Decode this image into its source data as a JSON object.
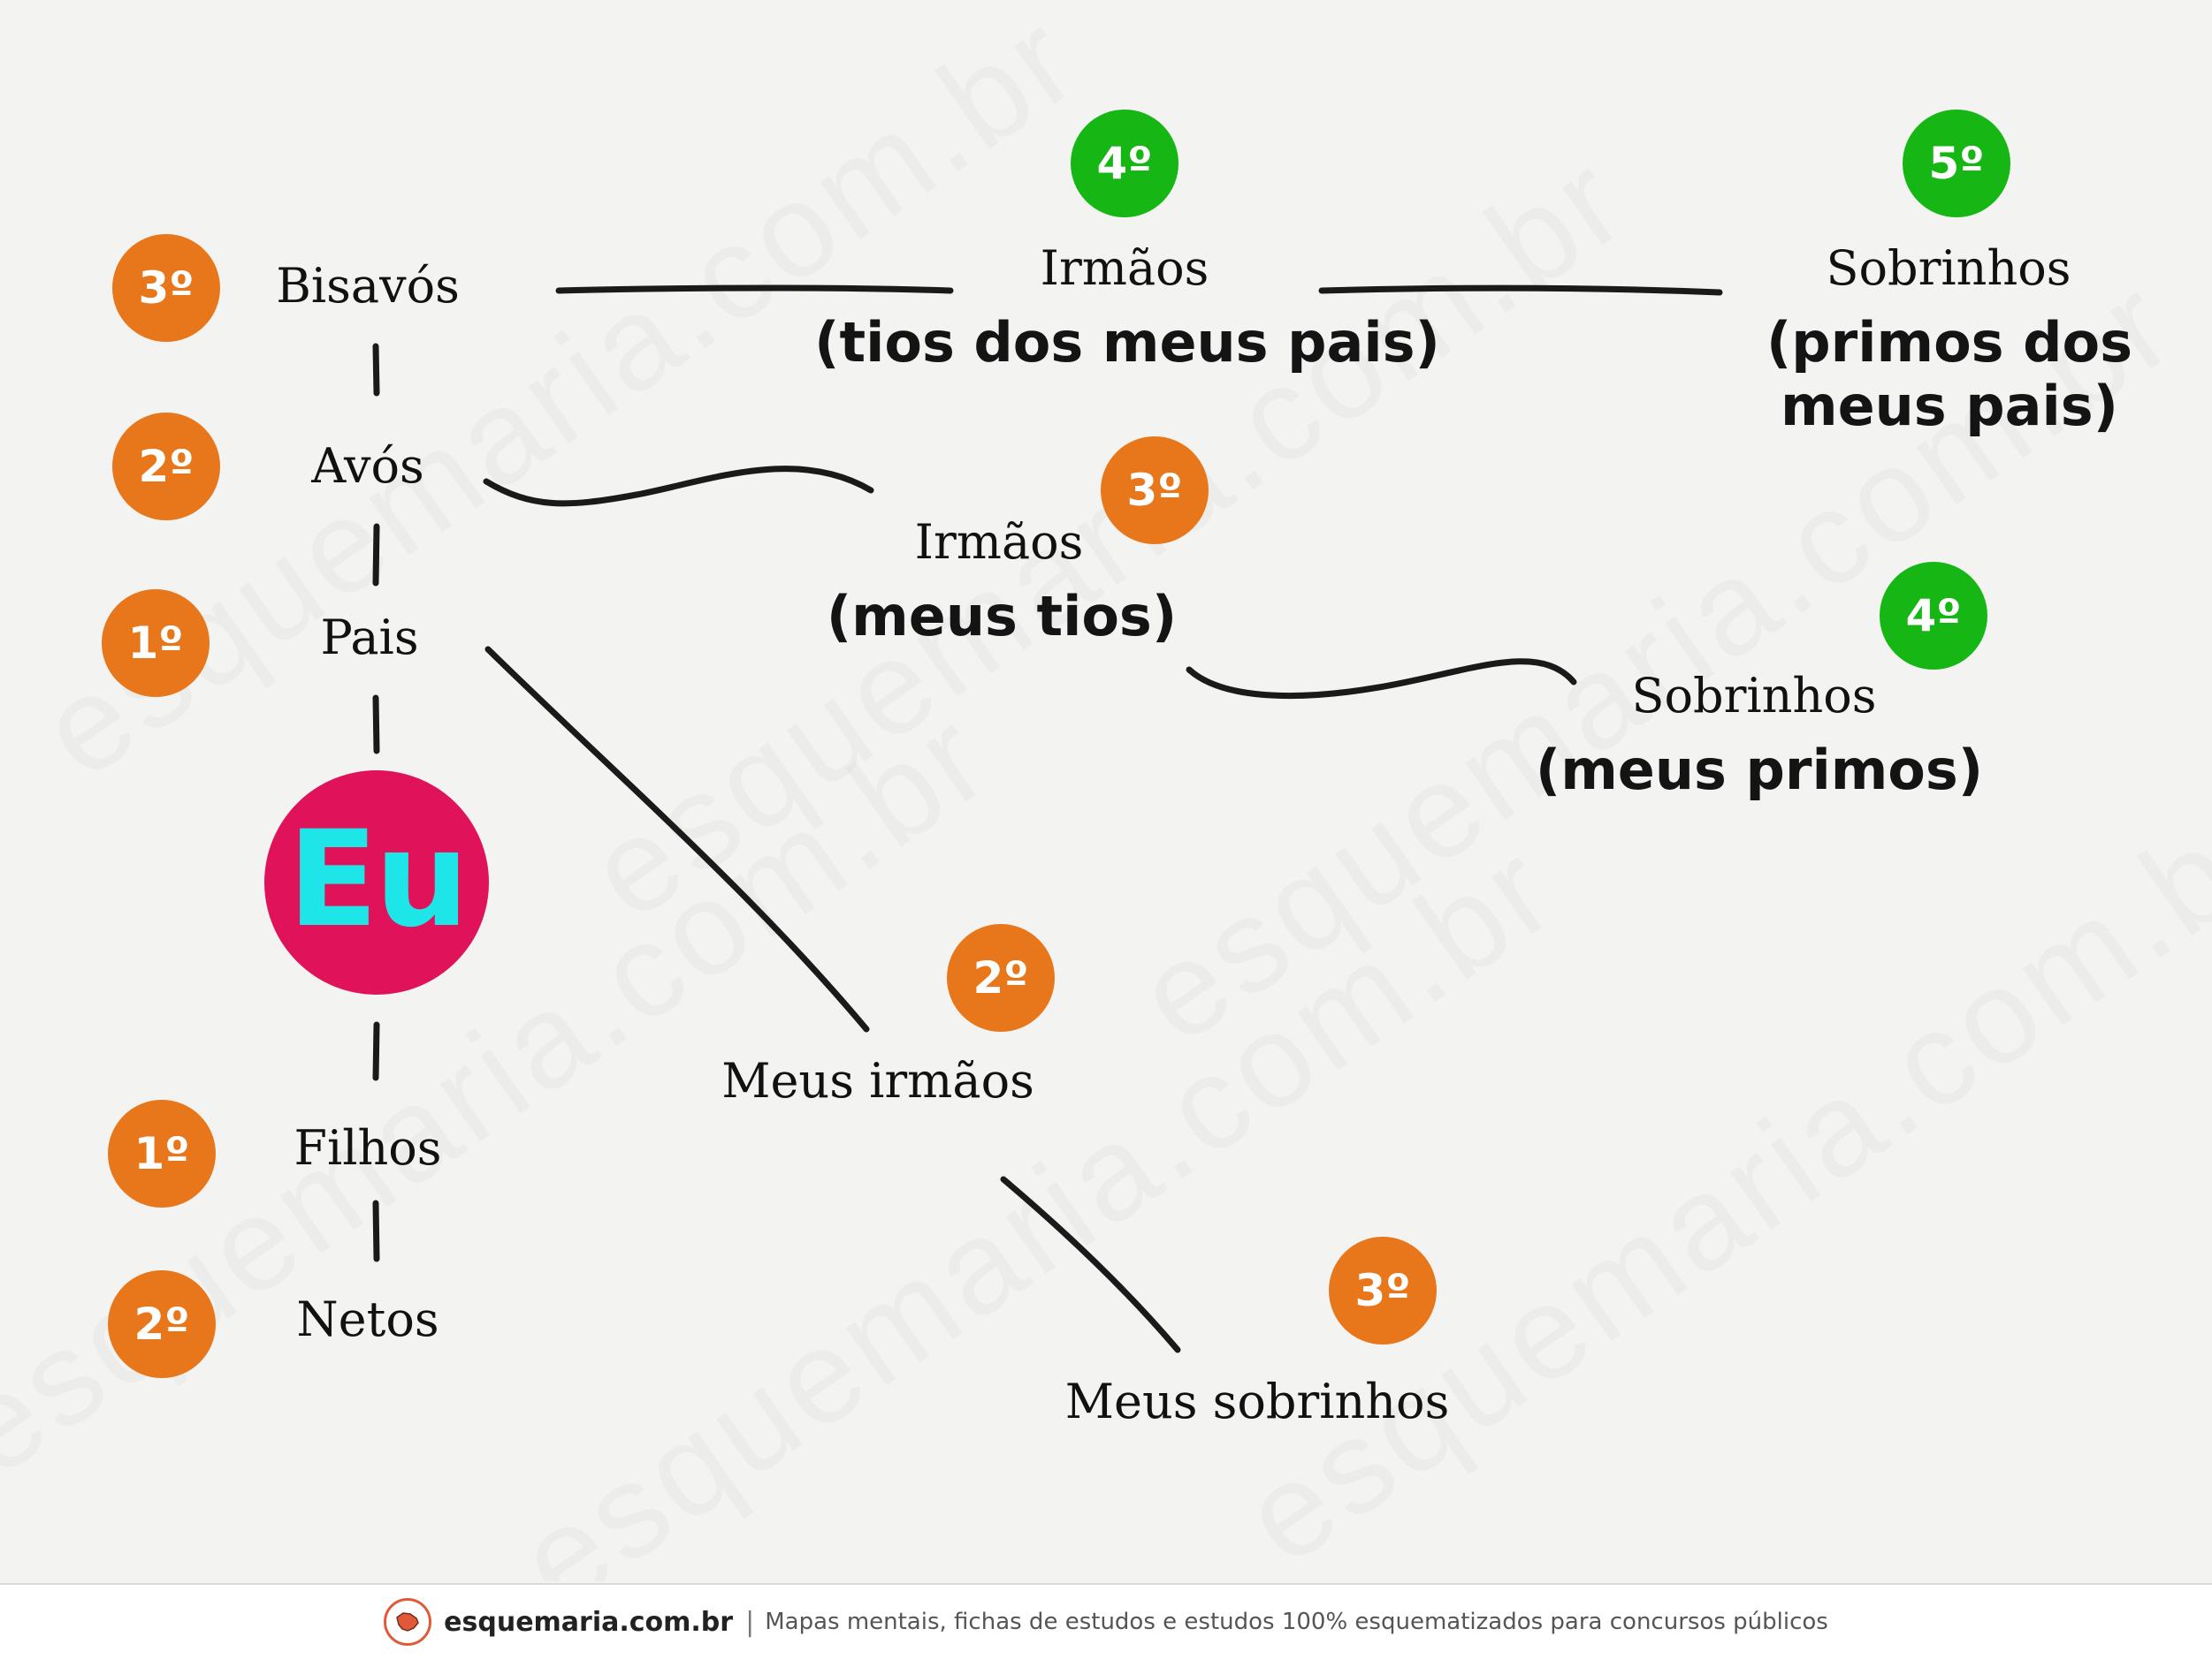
{
  "left_column": {
    "bisavos": {
      "degree": "3º",
      "label": "Bisavós"
    },
    "avos": {
      "degree": "2º",
      "label": "Avós"
    },
    "pais": {
      "degree": "1º",
      "label": "Pais"
    },
    "eu": "Eu",
    "filhos": {
      "degree": "1º",
      "label": "Filhos"
    },
    "netos": {
      "degree": "2º",
      "label": "Netos"
    }
  },
  "branches": {
    "tios_pais": {
      "degree": "4º",
      "label": "Irmãos",
      "sub": "(tios dos meus pais)"
    },
    "primos_pais": {
      "degree": "5º",
      "label": "Sobrinhos",
      "sub_line1": "(primos dos",
      "sub_line2": "meus pais)"
    },
    "tios": {
      "degree": "3º",
      "label": "Irmãos",
      "sub": "(meus tios)"
    },
    "primos": {
      "degree": "4º",
      "label": "Sobrinhos",
      "sub": "(meus primos)"
    },
    "irmaos": {
      "degree": "2º",
      "label": "Meus irmãos"
    },
    "sobrinhos": {
      "degree": "3º",
      "label": "Meus sobrinhos"
    }
  },
  "colors": {
    "orange": "#e8761a",
    "green": "#16b614",
    "eu_circle": "#e0125a",
    "eu_text": "#1de5e8"
  },
  "watermark": "esquemaria.com.br",
  "footer": {
    "brand": "esquemaria.com.br",
    "separator": "|",
    "tagline": "Mapas mentais, fichas de estudos e estudos 100% esquematizados para concursos públicos",
    "icon": "brazil-map-icon"
  }
}
